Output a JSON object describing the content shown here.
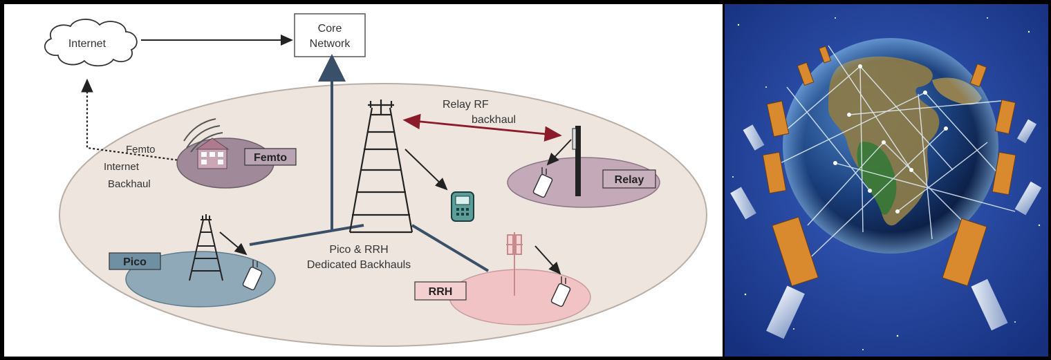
{
  "diagram": {
    "internet": "Internet",
    "core_network": [
      "Core",
      "Network"
    ],
    "femto_note": [
      "Femto",
      "Internet",
      "Backhaul"
    ],
    "femto_label": "Femto",
    "relay_rf": [
      "Relay RF",
      "backhaul"
    ],
    "relay_label": "Relay",
    "pico_label": "Pico",
    "pico_rrh_backhaul": [
      "Pico & RRH",
      "Dedicated Backhauls"
    ],
    "rrh_label": "RRH"
  },
  "colors": {
    "macro_ellipse": "#ede5de",
    "pico_cell": "#8fa9b8",
    "femto_cell": "#a08a9a",
    "relay_cell": "#c4aab8",
    "rrh_cell": "#f2c3c4",
    "backhaul_line": "#3a5068",
    "relay_arrow": "#8b1a2a",
    "space_bg": "#22409a"
  }
}
